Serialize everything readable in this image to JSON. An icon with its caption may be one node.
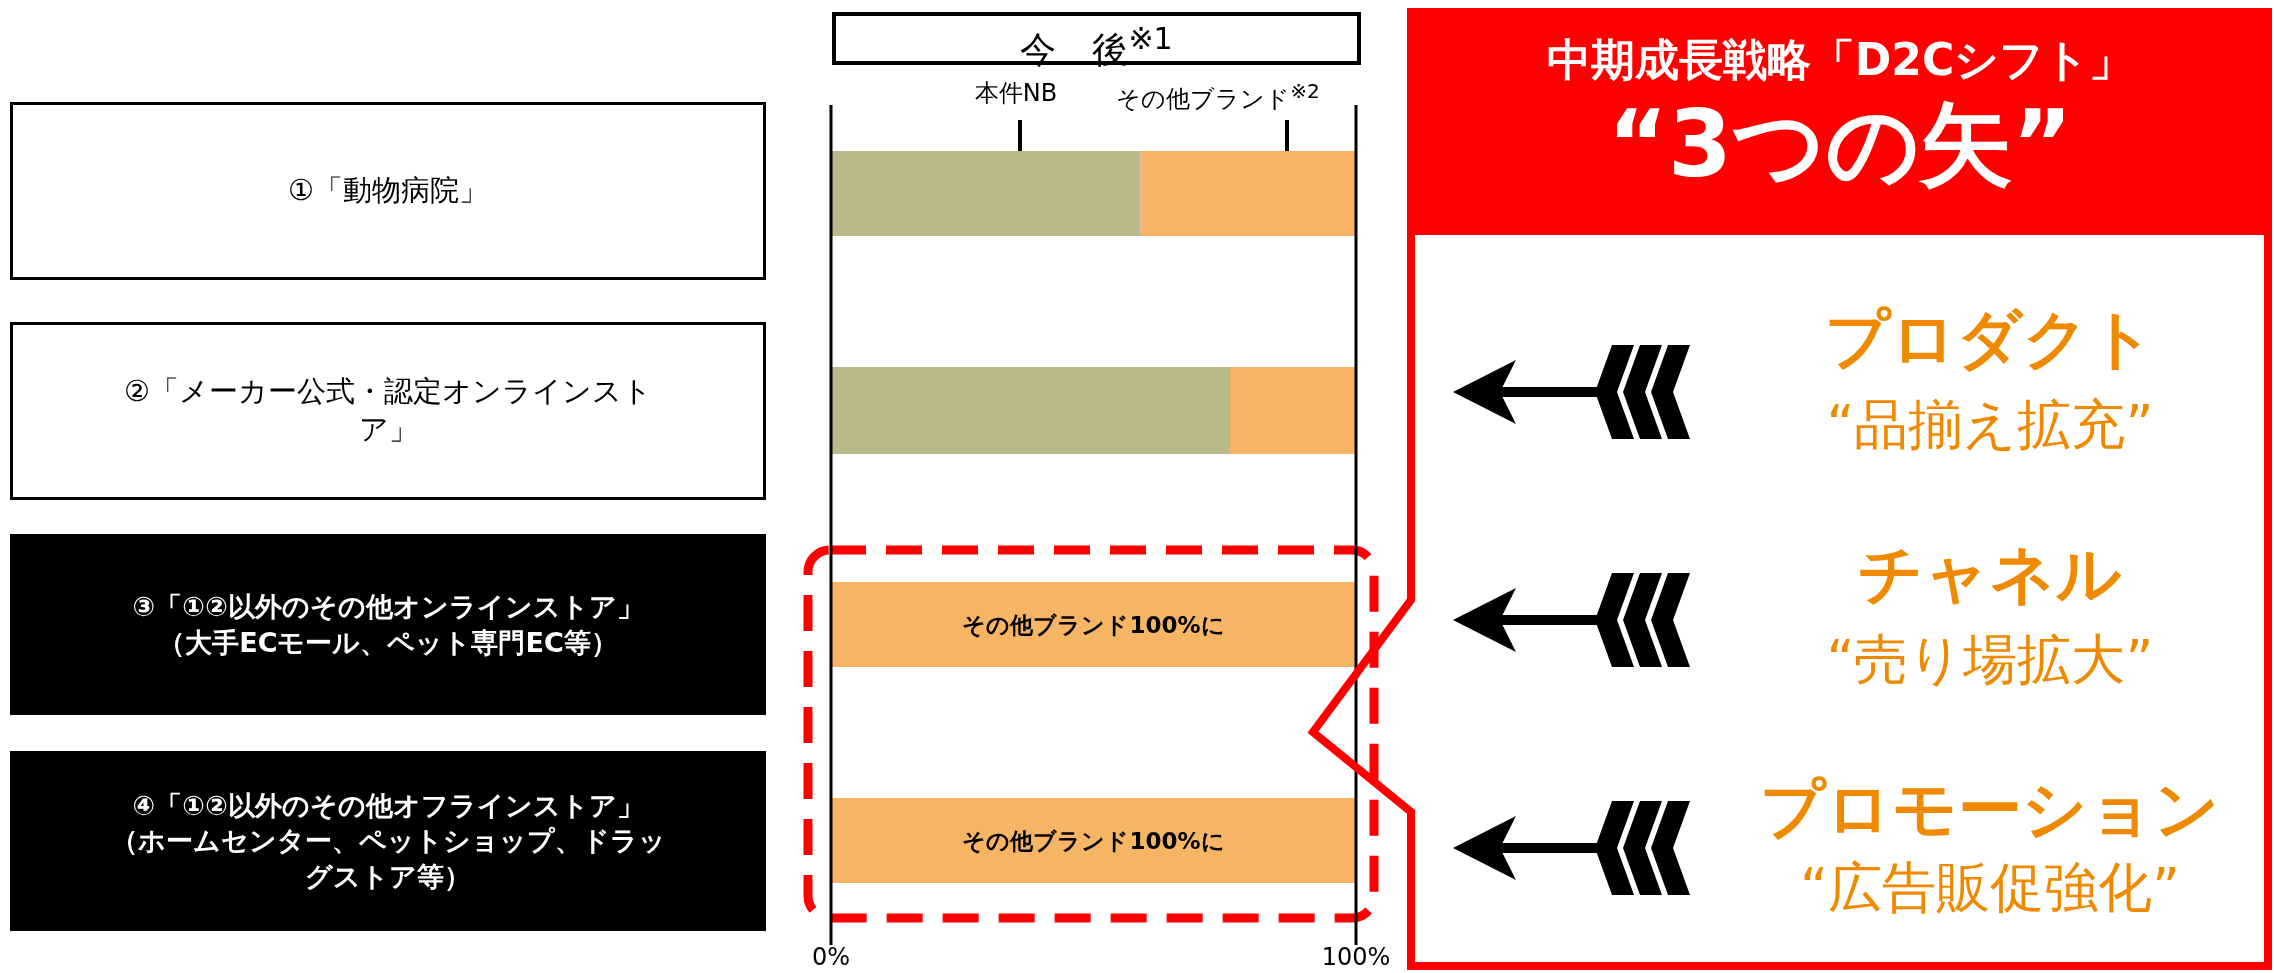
{
  "diagram": {
    "nodes": [
      {
        "text": [
          "①「動物病院」"
        ]
      },
      {
        "text": [
          "②「メーカー公式・認定オンラインストア」"
        ]
      },
      {
        "text": [
          "③「①②以外のその他オンラインストア」",
          "（大手ECモール、ペット専門EC等）"
        ]
      },
      {
        "text": [
          "④「①②以外のその他オフラインストア」",
          "（ホームセンター、ペットショップ、ドラッグストア等）"
        ]
      },
      {
        "text": [
          "中期成長戦略「D2Cシフト」",
          "“3つの矢”",
          "プロダクト",
          "“品揃え拡充”",
          "チャネル",
          "“売り場拡大”",
          "プロモーション",
          "“広告販促強化”"
        ]
      }
    ],
    "chart_data": {
      "type": "bar",
      "orientation": "horizontal",
      "stacked": true,
      "title": "今　後$^{※1}$",
      "categories": [
        null,
        null,
        null,
        null
      ],
      "series": [
        {
          "name": "本件NB",
          "color": "#bab98a",
          "values": [
            59,
            76,
            0,
            0
          ]
        },
        {
          "name": "その他ブランド$^{※2}$",
          "color": "#f5b565",
          "values": [
            41,
            24,
            100,
            100
          ]
        }
      ],
      "xlim": [
        0,
        100
      ],
      "xticks": [
        {
          "value": 0,
          "label": "0%"
        },
        {
          "value": 100,
          "label": "100%"
        }
      ],
      "annotations": [
        {
          "text": "その他ブランド100%に"
        },
        {
          "text": "その他ブランド100%に"
        }
      ]
    }
  }
}
